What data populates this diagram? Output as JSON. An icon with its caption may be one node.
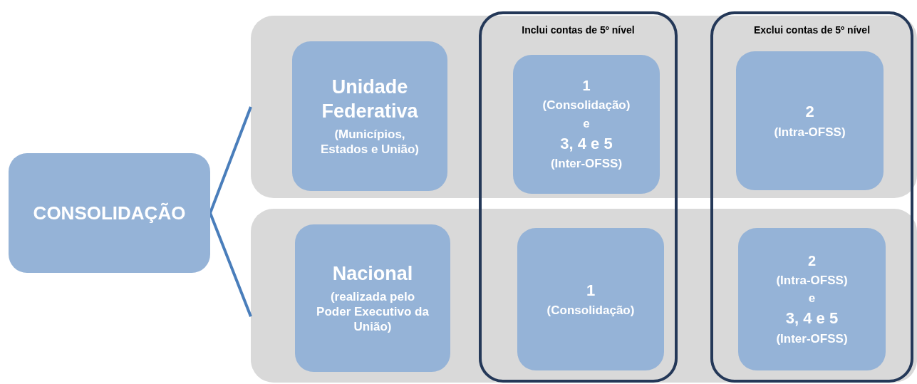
{
  "diagram": {
    "nodes": [
      {
        "text": [
          "CONSOLIDAÇÃO"
        ]
      },
      {
        "text": [],
        "shape": "box"
      },
      {
        "text": [],
        "shape": "box"
      },
      {
        "text": [
          "Inclui contas de 5º nível"
        ]
      },
      {
        "text": [
          "Exclui contas de 5º nível"
        ]
      },
      {
        "text": [
          "Unidade Federativa",
          "(Municípios, Estados e União)"
        ],
        "in": 1
      },
      {
        "text": [
          "1",
          "(Consolidação)",
          "e",
          "3, 4 e 5",
          "(Inter-OFSS)"
        ]
      },
      {
        "text": [
          "2",
          "(Intra-OFSS)"
        ]
      },
      {
        "text": [
          "Nacional",
          "(realizada pelo Poder Executivo da União)"
        ],
        "in": 2
      },
      {
        "text": [
          "1",
          "(Consolidação)"
        ]
      },
      {
        "text": [
          "2",
          "(Intra-OFSS)",
          "e",
          "3, 4 e 5",
          "(Inter-OFSS)"
        ]
      }
    ],
    "edges": [
      {
        "from": 0,
        "to": 1,
        "arrow": "none"
      },
      {
        "from": 0,
        "to": 2,
        "arrow": "none"
      }
    ]
  }
}
